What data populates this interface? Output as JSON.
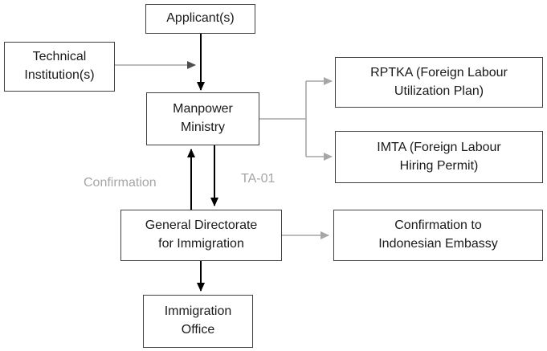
{
  "diagram": {
    "nodes": {
      "applicants": {
        "label": "Applicant(s)",
        "lines": [
          "Applicant(s)"
        ]
      },
      "technical_institutions": {
        "label": "Technical Institution(s)",
        "lines": [
          "Technical",
          "Institution(s)"
        ]
      },
      "manpower_ministry": {
        "label": "Manpower Ministry",
        "lines": [
          "Manpower",
          "Ministry"
        ]
      },
      "rptka": {
        "label": "RPTKA (Foreign Labour Utilization Plan)",
        "lines": [
          "RPTKA (Foreign Labour",
          "Utilization Plan)"
        ]
      },
      "imta": {
        "label": "IMTA (Foreign Labour Hiring Permit)",
        "lines": [
          "IMTA (Foreign Labour",
          "Hiring Permit)"
        ]
      },
      "general_directorate": {
        "label": "General Directorate for Immigration",
        "lines": [
          "General Directorate",
          "for Immigration"
        ]
      },
      "confirmation_embassy": {
        "label": "Confirmation to Indonesian Embassy",
        "lines": [
          "Confirmation to",
          "Indonesian Embassy"
        ]
      },
      "immigration_office": {
        "label": "Immigration Office",
        "lines": [
          "Immigration",
          "Office"
        ]
      }
    },
    "edge_labels": {
      "confirmation": "Confirmation",
      "ta01": "TA-01"
    },
    "colors": {
      "box_border": "#404040",
      "box_background": "#ffffff",
      "box_text": "#1a1a1a",
      "primary_arrow": "#000000",
      "secondary_arrow": "#a6a6a6",
      "secondary_arrowhead_dark": "#4d4d4d",
      "edge_label_text": "#a6a6a6"
    }
  }
}
